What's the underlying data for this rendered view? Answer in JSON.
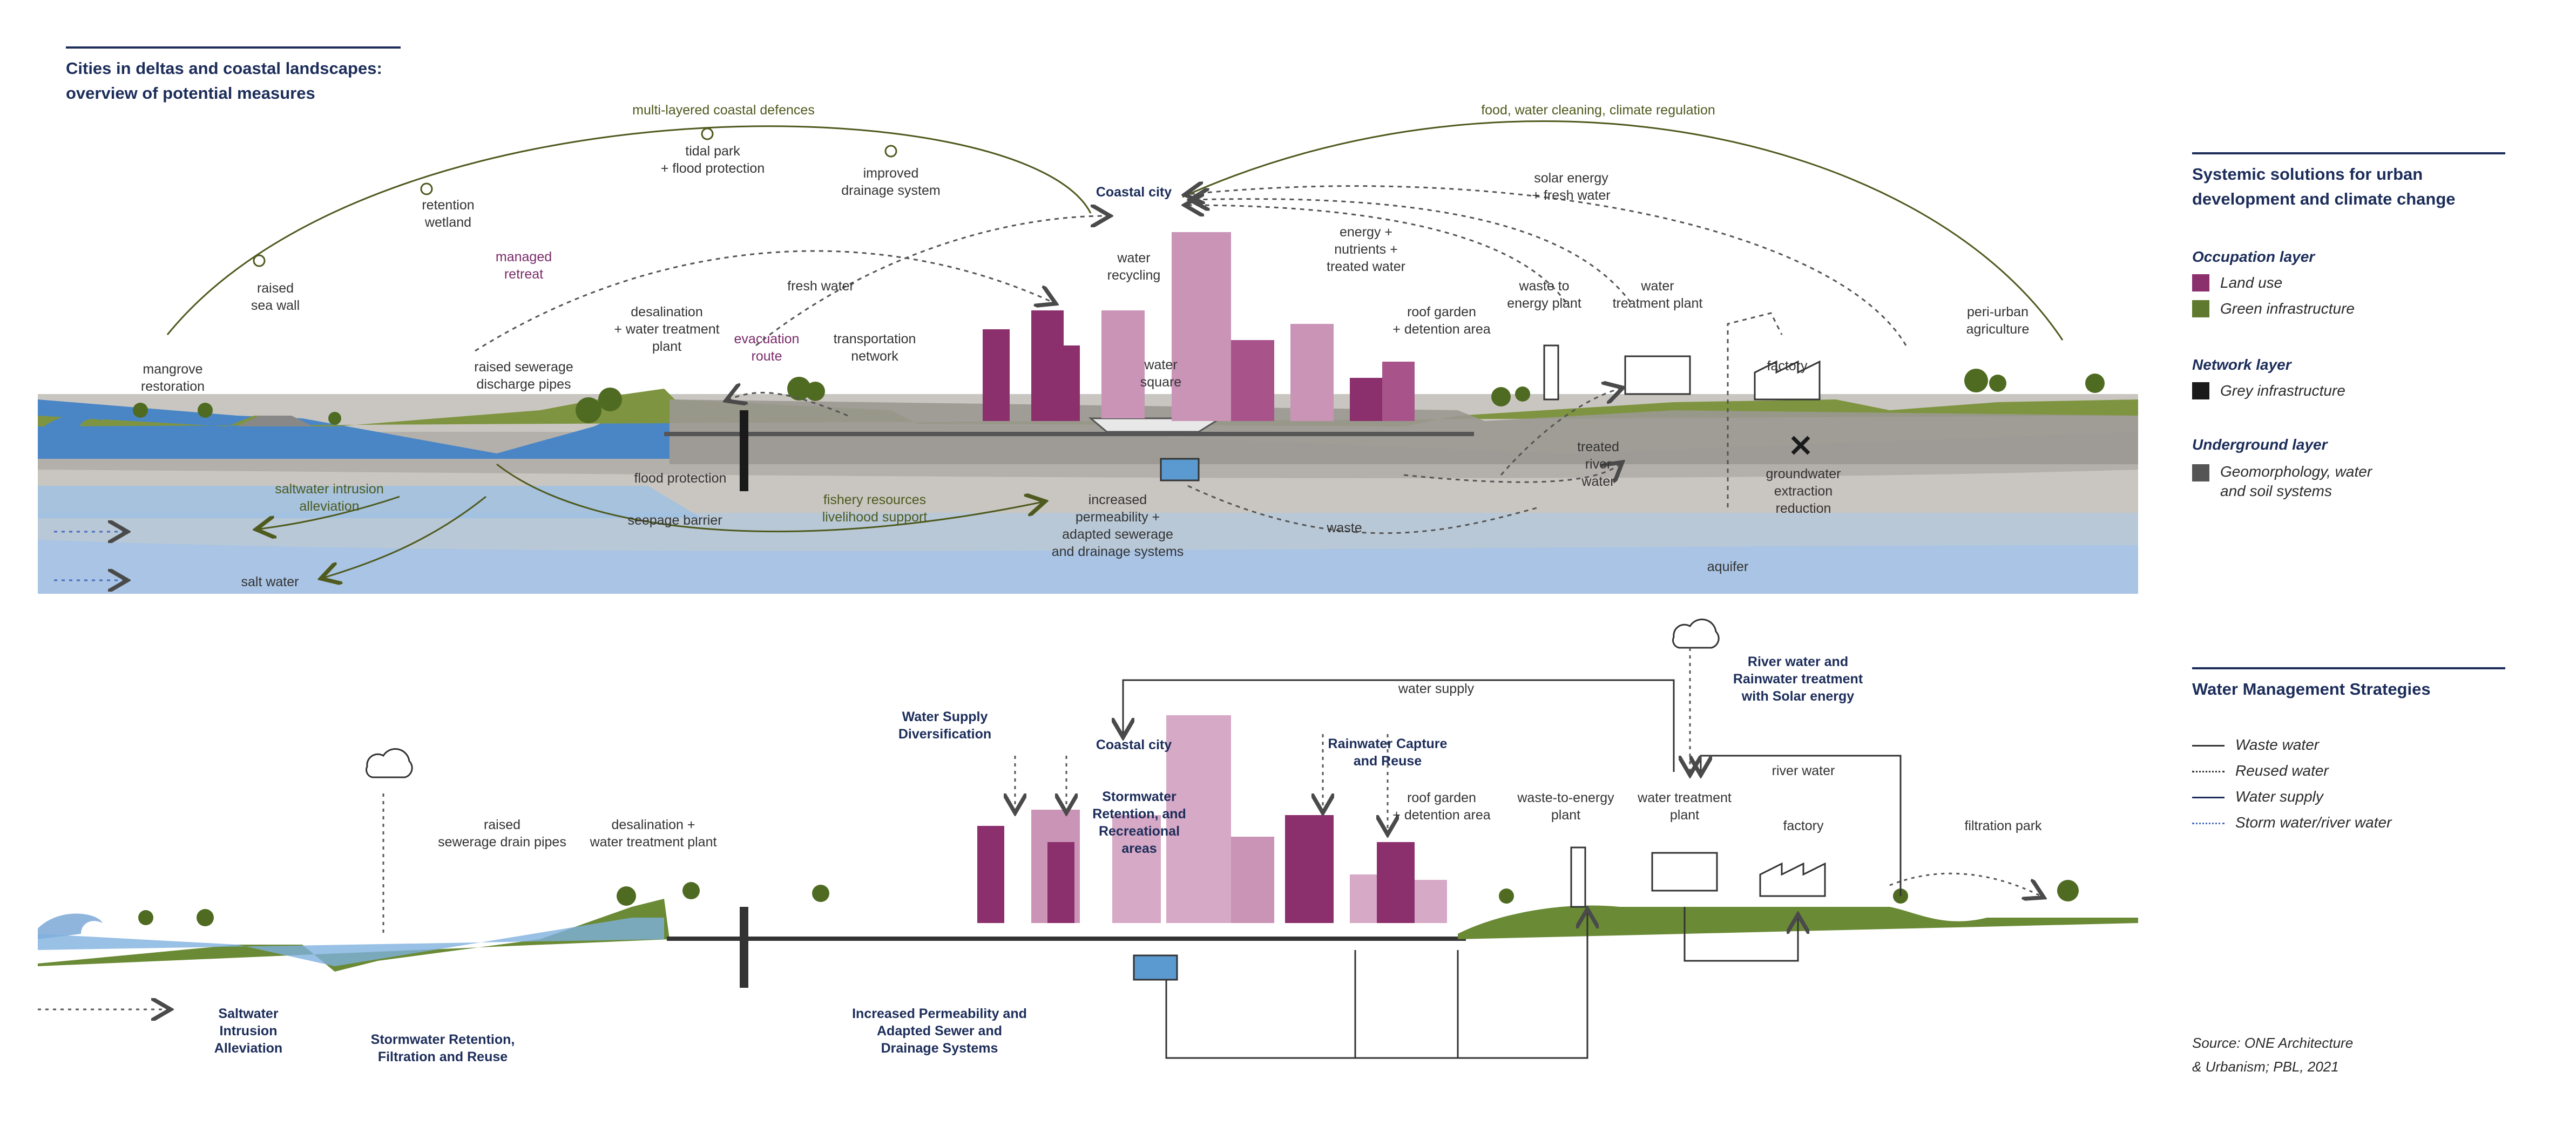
{
  "header": {
    "title": "Cities in deltas and coastal landscapes:\noverview of potential measures"
  },
  "top_diagram": {
    "arc_labels": {
      "left": "multi-layered coastal defences",
      "right": "food, water cleaning, climate regulation"
    },
    "labels": {
      "mangrove": "mangrove\nrestoration",
      "sea_wall": "raised\nsea wall",
      "retention_wetland": "retention\nwetland",
      "tidal_park": "tidal park\n+ flood protection",
      "drainage": "improved\ndrainage system",
      "coastal_city": "Coastal city",
      "managed_retreat": "managed\nretreat",
      "sewerage_pipes": "raised sewerage\ndischarge pipes",
      "desalination": "desalination\n+ water treatment\nplant",
      "evacuation": "evacuation\nroute",
      "fresh_water": "fresh water",
      "transport": "transportation\nnetwork",
      "water_recycling": "water\nrecycling",
      "water_square": "water\nsquare",
      "energy_nutrients": "energy +\nnutrients +\ntreated water",
      "roof_garden": "roof garden\n+ detention area",
      "waste_energy": "waste to\nenergy plant",
      "solar": "solar energy\n+ fresh water",
      "treatment_plant": "water\ntreatment plant",
      "factory": "factory",
      "peri_urban": "peri-urban\nagriculture",
      "saltwater_intrusion": "saltwater intrusion\nalleviation",
      "flood_protection": "flood protection",
      "seepage": "seepage barrier",
      "fishery": "fishery resources\nlivelihood support",
      "permeability": "increased\npermeability +\nadapted sewerage\nand drainage systems",
      "waste": "waste",
      "treated_river": "treated\nriver\nwater",
      "groundwater": "groundwater\nextraction\nreduction",
      "salt_water": "salt water",
      "aquifer": "aquifer"
    }
  },
  "bottom_diagram": {
    "labels": {
      "water_supply_top": "water supply",
      "river_rain": "River water and\nRainwater treatment\nwith Solar energy",
      "water_supply_div": "Water Supply\nDiversification",
      "coastal_city": "Coastal city",
      "stormwater_areas": "Stormwater\nRetention, and\nRecreational\nareas",
      "rainwater_capture": "Rainwater Capture\nand Reuse",
      "roof_garden": "roof garden\n+ detention area",
      "wte_plant": "waste-to-energy\nplant",
      "treatment_plant": "water treatment\nplant",
      "river_water": "river water",
      "factory": "factory",
      "filtration_park": "filtration park",
      "raised_sewerage": "raised\nsewerage drain pipes",
      "desalination": "desalination +\nwater treatment plant",
      "saltwater": "Saltwater\nIntrusion\nAlleviation",
      "stormwater_retention": "Stormwater Retention,\nFiltration and Reuse",
      "permeability": "Increased Permeability and\nAdapted Sewer and\nDrainage Systems"
    }
  },
  "legend": {
    "systemic_title": "Systemic solutions for urban\ndevelopment and climate change",
    "occupation_layer": "Occupation layer",
    "land_use": "Land use",
    "green_infra": "Green infrastructure",
    "network_layer": "Network layer",
    "grey_infra": "Grey infrastructure",
    "underground_layer": "Underground layer",
    "geomorphology": "Geomorphology, water\nand soil systems",
    "wms_title": "Water Management Strategies",
    "waste_water": "Waste water",
    "reused_water": "Reused water",
    "water_supply": "Water supply",
    "storm_water": "Storm water/river water",
    "colors": {
      "land_use": "#8b2f6d",
      "green_infra": "#5f7a2e",
      "grey_infra": "#1a1a1a",
      "geomorphology": "#555555"
    }
  },
  "source": "Source: ONE Architecture\n& Urbanism; PBL, 2021"
}
